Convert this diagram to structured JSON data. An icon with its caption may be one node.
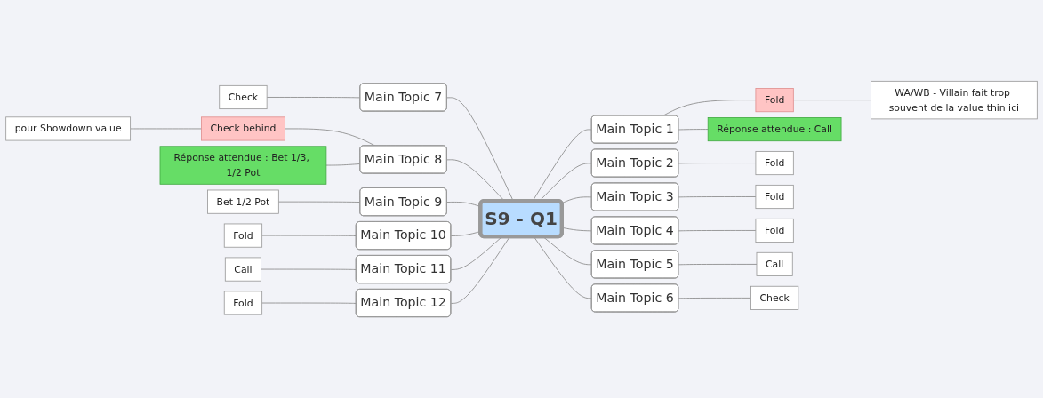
{
  "diagram": {
    "nodes": [
      {
        "text": [
          "S9 - Q1"
        ]
      },
      {
        "text": [
          "Main Topic 1"
        ]
      },
      {
        "text": [
          "Fold"
        ]
      },
      {
        "text": [
          "WA/WB - Villain fait trop souvent de la value thin ici"
        ]
      },
      {
        "text": [
          "Réponse attendue : Call"
        ]
      },
      {
        "text": [
          "Main Topic 2"
        ]
      },
      {
        "text": [
          "Fold"
        ]
      },
      {
        "text": [
          "Main Topic 3"
        ]
      },
      {
        "text": [
          "Fold"
        ]
      },
      {
        "text": [
          "Main Topic 4"
        ]
      },
      {
        "text": [
          "Fold"
        ]
      },
      {
        "text": [
          "Main Topic 5"
        ]
      },
      {
        "text": [
          "Call"
        ]
      },
      {
        "text": [
          "Main Topic 6"
        ]
      },
      {
        "text": [
          "Check"
        ]
      },
      {
        "text": [
          "Main Topic 7"
        ]
      },
      {
        "text": [
          "Check"
        ]
      },
      {
        "text": [
          "Main Topic 8"
        ]
      },
      {
        "text": [
          "Check behind"
        ]
      },
      {
        "text": [
          "pour Showdown value"
        ]
      },
      {
        "text": [
          "Réponse attendue : Bet 1/3, 1/2 Pot"
        ]
      },
      {
        "text": [
          "Main Topic 9"
        ]
      },
      {
        "text": [
          "Bet 1/2 Pot"
        ]
      },
      {
        "text": [
          "Main Topic 10"
        ]
      },
      {
        "text": [
          "Fold"
        ]
      },
      {
        "text": [
          "Main Topic 11"
        ]
      },
      {
        "text": [
          "Call"
        ]
      },
      {
        "text": [
          "Main Topic 12"
        ]
      },
      {
        "text": [
          "Fold"
        ]
      }
    ],
    "edges": [
      {
        "from": 0,
        "to": 1,
        "arrow": "none"
      },
      {
        "from": 1,
        "to": 2,
        "arrow": "none"
      },
      {
        "from": 2,
        "to": 3,
        "arrow": "none"
      },
      {
        "from": 1,
        "to": 4,
        "arrow": "none"
      },
      {
        "from": 0,
        "to": 5,
        "arrow": "none"
      },
      {
        "from": 5,
        "to": 6,
        "arrow": "none"
      },
      {
        "from": 0,
        "to": 7,
        "arrow": "none"
      },
      {
        "from": 7,
        "to": 8,
        "arrow": "none"
      },
      {
        "from": 0,
        "to": 9,
        "arrow": "none"
      },
      {
        "from": 9,
        "to": 10,
        "arrow": "none"
      },
      {
        "from": 0,
        "to": 11,
        "arrow": "none"
      },
      {
        "from": 11,
        "to": 12,
        "arrow": "none"
      },
      {
        "from": 0,
        "to": 13,
        "arrow": "none"
      },
      {
        "from": 13,
        "to": 14,
        "arrow": "none"
      },
      {
        "from": 16,
        "to": 15,
        "arrow": "none"
      },
      {
        "from": 15,
        "to": 0,
        "arrow": "none"
      },
      {
        "from": 19,
        "to": 18,
        "arrow": "none"
      },
      {
        "from": 18,
        "to": 17,
        "arrow": "none"
      },
      {
        "from": 20,
        "to": 17,
        "arrow": "none"
      },
      {
        "from": 17,
        "to": 0,
        "arrow": "none"
      },
      {
        "from": 22,
        "to": 21,
        "arrow": "none"
      },
      {
        "from": 21,
        "to": 0,
        "arrow": "none"
      },
      {
        "from": 24,
        "to": 23,
        "arrow": "none"
      },
      {
        "from": 23,
        "to": 0,
        "arrow": "none"
      },
      {
        "from": 26,
        "to": 25,
        "arrow": "none"
      },
      {
        "from": 25,
        "to": 0,
        "arrow": "none"
      },
      {
        "from": 28,
        "to": 27,
        "arrow": "none"
      },
      {
        "from": 27,
        "to": 0,
        "arrow": "none"
      }
    ]
  }
}
